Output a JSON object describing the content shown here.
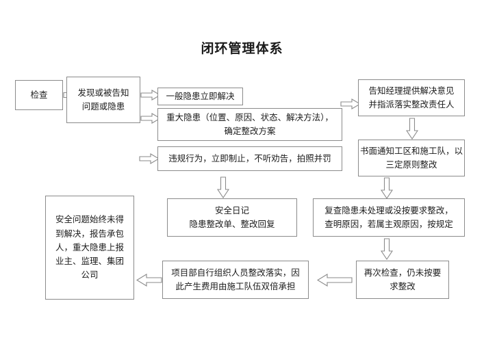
{
  "page": {
    "title": "闭环管理体系",
    "background_color": "#ffffff",
    "line_color": "#8a8a8a",
    "text_color": "#1a1a1a"
  },
  "nodes": {
    "inspection": {
      "label": "检查"
    },
    "discovery": {
      "line1": "发现或被告知",
      "line2": "问题或隐患"
    },
    "minor_hazard": {
      "label": "一般隐患立即解决"
    },
    "major_hazard": {
      "line1": "重大隐患（位置、原因、状态、解决方法），",
      "line2": "确定整改方案"
    },
    "violation": {
      "label": "违规行为，立即制止，不听劝告，拍照并罚"
    },
    "notify_manager": {
      "line1": "告知经理提供解决意见",
      "line2": "并指派落实整改责任人"
    },
    "written_notice": {
      "line1": "书面通知工区和施工队，以",
      "line2": "三定原则整改"
    },
    "safety_diary": {
      "line1": "安全日记",
      "line2": "隐患整改单、整改回复"
    },
    "recheck_unresolved": {
      "line1": "复查隐患未处理或没按要求整改，",
      "line2": "查明原因，若属主观原因，按规定"
    },
    "unresolved_report": {
      "line1": "安全问题始终未得",
      "line2": "到解决，报告承包",
      "line3": "人，重大隐患上报",
      "line4": "业主、监理、集团",
      "line5": "公司"
    },
    "self_rectify": {
      "line1": "项目部自行组织人员整改落实，因",
      "line2": "此产生费用由施工队伍双倍承担"
    },
    "recheck_again": {
      "line1": "再次检查，仍未按要",
      "line2": "求整改"
    }
  },
  "connectors": [
    {
      "name": "inspection-to-discovery",
      "direction": "right"
    },
    {
      "name": "discovery-to-minor-hazard",
      "direction": "right"
    },
    {
      "name": "discovery-to-major-hazard",
      "direction": "right"
    },
    {
      "name": "major-hazard-to-notify-manager",
      "direction": "right"
    },
    {
      "name": "to-violation",
      "direction": "right"
    },
    {
      "name": "notify-manager-to-written-notice",
      "direction": "down"
    },
    {
      "name": "written-notice-to-recheck-unresolved",
      "direction": "down"
    },
    {
      "name": "violation-to-safety-diary",
      "direction": "down"
    },
    {
      "name": "recheck-unresolved-to-recheck-again",
      "direction": "down"
    },
    {
      "name": "recheck-again-to-self-rectify",
      "direction": "left"
    },
    {
      "name": "self-rectify-to-unresolved-report",
      "direction": "left"
    }
  ]
}
